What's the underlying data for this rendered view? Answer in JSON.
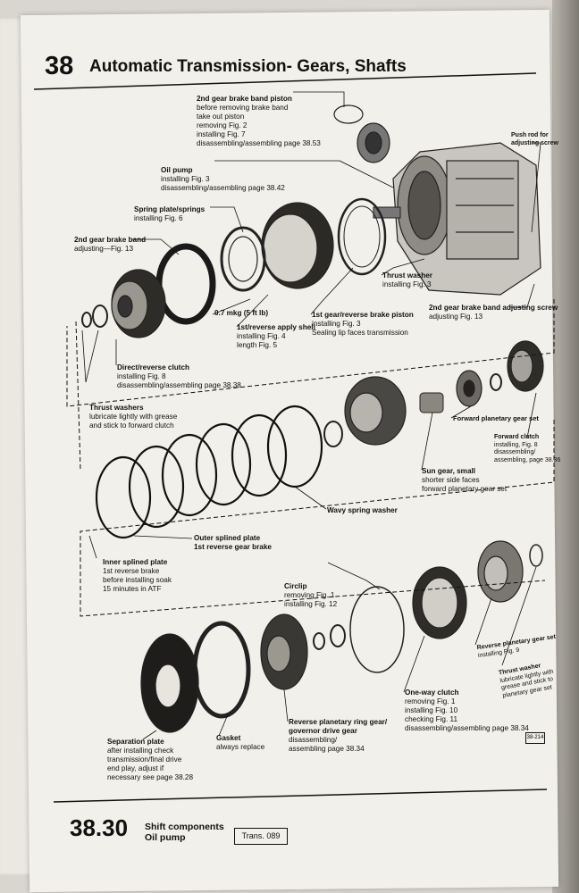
{
  "header": {
    "section_number": "38",
    "title": "Automatic Transmission- Gears, Shafts"
  },
  "callouts": {
    "brake_band_piston": {
      "name": "2nd gear brake band piston",
      "lines": "before removing brake band\ntake out piston\nremoving Fig. 2\ninstalling Fig. 7\ndisassembling/assembling page 38.53"
    },
    "push_rod": {
      "name": "Push rod for\nadjusting screw",
      "lines": ""
    },
    "oil_pump": {
      "name": "Oil pump",
      "lines": "installing Fig. 3\ndisassembling/assembling page 38.42"
    },
    "spring_plate": {
      "name": "Spring plate/springs",
      "lines": "installing Fig. 6"
    },
    "brake_band": {
      "name": "2nd gear brake band",
      "lines": "adjusting—Fig. 13"
    },
    "thrust_washer_top": {
      "name": "Thrust washer",
      "lines": "installing Fig. 3"
    },
    "adjusting_screw": {
      "name": "2nd gear brake band adjusting screw",
      "lines": "adjusting Fig. 13"
    },
    "torque": {
      "name": "0.7 mkg (5 ft lb)",
      "lines": ""
    },
    "apply_shell": {
      "name": "1st/reverse apply shell",
      "lines": "installing Fig. 4\nlength Fig. 5"
    },
    "brake_piston": {
      "name": "1st gear/reverse brake piston",
      "lines": "installing Fig. 3\nSealing lip faces transmission"
    },
    "direct_clutch": {
      "name": "Direct/reverse clutch",
      "lines": "installing Fig. 8\ndisassembling/assembling page 38.38"
    },
    "thrust_washers": {
      "name": "Thrust washers",
      "lines": "lubricate lightly with grease\nand stick to forward clutch"
    },
    "forward_planetary": {
      "name": "Forward planetary gear set",
      "lines": ""
    },
    "forward_clutch": {
      "name": "Forward clutch",
      "lines": "installing, Fig. 8\ndisassembling/\nassembling, page 38.36"
    },
    "sun_gear": {
      "name": "Sun gear, small",
      "lines": "shorter side faces\nforward planetary gear set"
    },
    "wavy_washer": {
      "name": "Wavy spring washer",
      "lines": ""
    },
    "outer_plate": {
      "name": "Outer splined plate",
      "lines": "1st reverse gear brake"
    },
    "inner_plate": {
      "name": "Inner splined plate",
      "lines": "1st reverse brake\nbefore installing soak\n15 minutes in ATF"
    },
    "circlip": {
      "name": "Circlip",
      "lines": "removing Fig. 1\ninstalling Fig. 12"
    },
    "reverse_planetary": {
      "name": "Reverse planetary gear set",
      "lines": "installing Fig. 9"
    },
    "thrust_washer_side": {
      "name": "Thrust washer",
      "lines": "lubricate lightly with\ngrease and stick to\nplanetary gear set"
    },
    "one_way_clutch": {
      "name": "One-way clutch",
      "lines": "removing Fig. 1\ninstalling Fig. 10\nchecking Fig. 11\ndisassembling/assembling page 38.34"
    },
    "ring_gear": {
      "name": "Reverse planetary ring gear/\ngovernor drive gear",
      "lines": "disassembling/\nassembling page 38.34"
    },
    "gasket": {
      "name": "Gasket",
      "lines": "always replace"
    },
    "separation_plate": {
      "name": "Separation plate",
      "lines": "after installing check\ntransmission/final drive\nend play, adjust if\nnecessary see page 38.28"
    }
  },
  "figure_ref": "38-214",
  "footer": {
    "page_number": "38.30",
    "subtitle_1": "Shift components",
    "subtitle_2": "Oil pump",
    "box_label": "Trans. 089"
  }
}
